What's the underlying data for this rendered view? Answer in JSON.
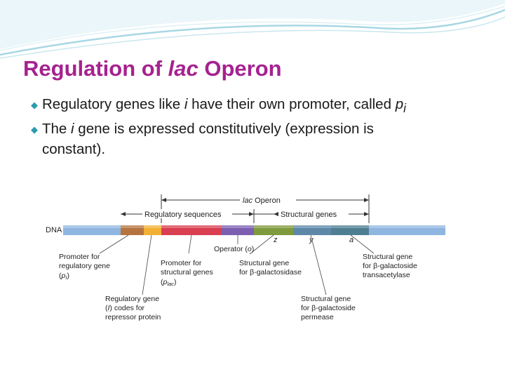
{
  "slide": {
    "title_main": "Regulation of ",
    "title_italic": "lac",
    "title_end": " Operon",
    "bullet1": {
      "a": "Regulatory genes like ",
      "i": "i",
      "b": " have their own promoter, called ",
      "p": "p",
      "sub": "i"
    },
    "bullet2": {
      "a": "The ",
      "i": "i",
      "b": " gene is expressed constitutively (expression is",
      "c": "constant)."
    },
    "colors": {
      "title": "#a5228f",
      "bullet_mark": "#2a9bb0",
      "swoosh": "#a8d7e4"
    }
  },
  "diagram": {
    "operon_label_italic": "lac",
    "operon_label": " Operon",
    "regulatory_sequences": "Regulatory sequences",
    "structural_genes": "Structural genes",
    "dna": "DNA",
    "gene_letters": [
      "z",
      "y",
      "a"
    ],
    "operator": "Operator (",
    "operator_o": "o",
    "operator_end": ")",
    "promoter_regulatory_1": "Promoter for",
    "promoter_regulatory_2": "regulatory gene",
    "promoter_regulatory_3_a": "(",
    "promoter_regulatory_3_p": "p",
    "promoter_regulatory_3_sub": "I",
    "promoter_regulatory_3_b": ")",
    "promoter_structural_1": "Promoter for",
    "promoter_structural_2": "structural genes",
    "promoter_structural_3_a": "(",
    "promoter_structural_3_p": "p",
    "promoter_structural_3_sub": "lac",
    "promoter_structural_3_b": ")",
    "regulatory_gene_1": "Regulatory gene",
    "regulatory_gene_2_a": "(",
    "regulatory_gene_2_i": "I",
    "regulatory_gene_2_b": ") codes for",
    "regulatory_gene_3": "repressor protein",
    "galactosidase_1": "Structural gene",
    "galactosidase_2": "for β-galactosidase",
    "permease_1": "Structural gene",
    "permease_2": "for β-galactoside",
    "permease_3": "permease",
    "transacetylase_1": "Structural gene",
    "transacetylase_2": "for β-galactoside",
    "transacetylase_3": "transacetylase",
    "segment_colors": {
      "dna": "#8fb6e0",
      "promoter_i": "#b5743f",
      "gene_i": "#f2b035",
      "promoter_lac": "#d93f51",
      "operator": "#7c5fb0",
      "gene_z": "#7f9a3d",
      "gene_y": "#5e87a8",
      "gene_a": "#4f7e92"
    }
  }
}
